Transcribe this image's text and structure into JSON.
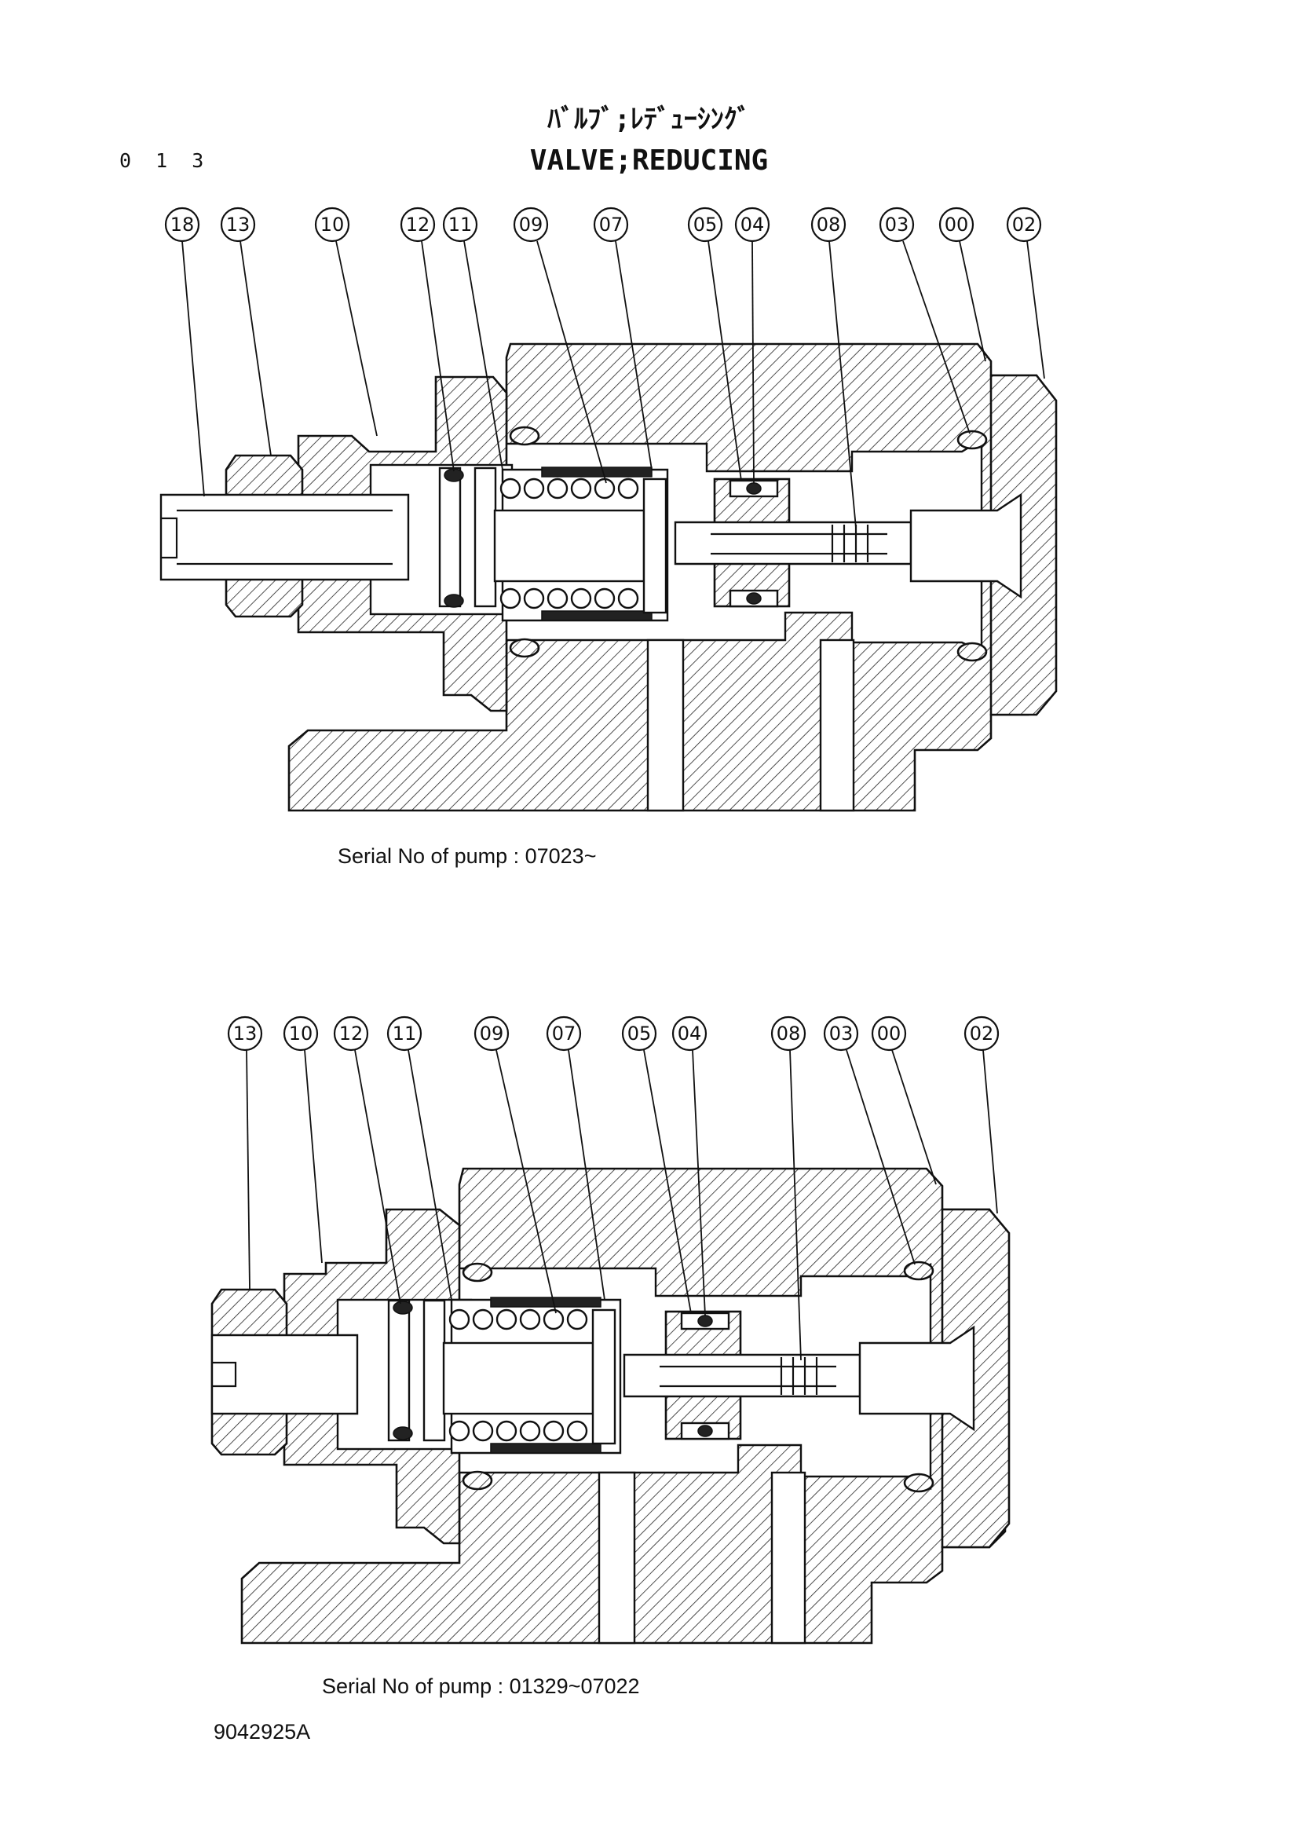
{
  "page_number": "0 1 3",
  "title_jp": "ﾊﾞﾙﾌﾞ;ﾚﾃﾞｭｰｼﾝｸﾞ",
  "title_en": "VALVE;REDUCING",
  "figures": [
    {
      "caption": "Serial No of pump : 07023~",
      "callouts": [
        "18",
        "13",
        "10",
        "12",
        "11",
        "09",
        "07",
        "05",
        "04",
        "08",
        "03",
        "00",
        "02"
      ]
    },
    {
      "caption": "Serial No of pump : 01329~07022",
      "callouts": [
        "13",
        "10",
        "12",
        "11",
        "09",
        "07",
        "05",
        "04",
        "08",
        "03",
        "00",
        "02"
      ]
    }
  ],
  "document_id": "9042925A"
}
